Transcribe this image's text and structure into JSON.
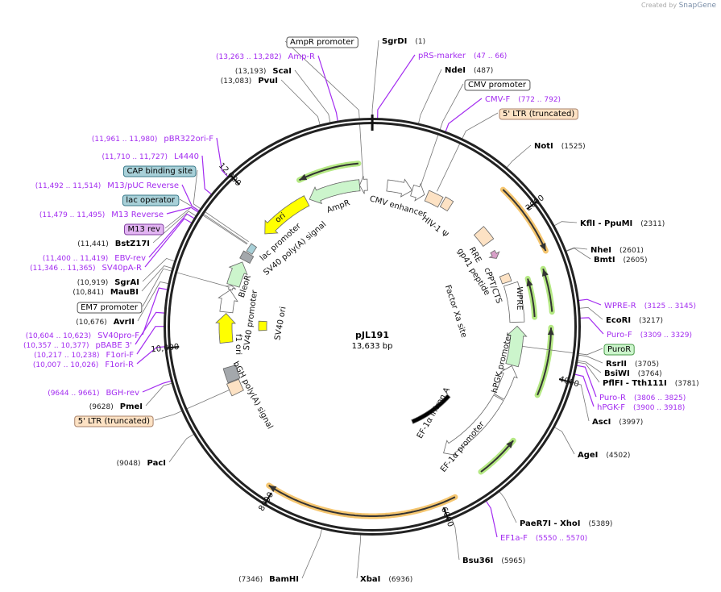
{
  "watermark": {
    "prefix": "Created by",
    "brand": "SnapGene"
  },
  "map": {
    "name": "pJL191",
    "length_label": "13,633 bp",
    "total_bp": 13633
  },
  "colors": {
    "backbone": "#222222",
    "primer": "#a32cf0",
    "site": "#000000",
    "orf_green": "#9be05a",
    "orf_orange": "#f2b340"
  },
  "ticks": [
    {
      "pos": 2000,
      "label": "2000"
    },
    {
      "pos": 4000,
      "label": "4000"
    },
    {
      "pos": 6000,
      "label": "6000"
    },
    {
      "pos": 8000,
      "label": "8000"
    },
    {
      "pos": 10000,
      "label": "10,000"
    },
    {
      "pos": 12000,
      "label": "12,000"
    }
  ],
  "labels": [
    {
      "type": "feature",
      "name": "AmpR promoter",
      "pos": 13500,
      "fill": "#ffffff",
      "stroke": "#555555"
    },
    {
      "type": "primer",
      "name": "Amp-R",
      "loc": "(13,263 .. 13,282)",
      "pos": 13272
    },
    {
      "type": "site",
      "name": "ScaI",
      "loc": "(13,193)",
      "pos": 13193
    },
    {
      "type": "site",
      "name": "PvuI",
      "loc": "(13,083)",
      "pos": 13083
    },
    {
      "type": "site",
      "name": "SgrDI",
      "loc": "(1)",
      "pos": 1
    },
    {
      "type": "primer",
      "name": "pRS-marker",
      "loc": "(47 .. 66)",
      "pos": 56
    },
    {
      "type": "site",
      "name": "NdeI",
      "loc": "(487)",
      "pos": 487
    },
    {
      "type": "feature",
      "name": "CMV promoter",
      "pos": 720,
      "fill": "#ffffff",
      "stroke": "#555555"
    },
    {
      "type": "primer",
      "name": "CMV-F",
      "loc": "(772 .. 792)",
      "pos": 782
    },
    {
      "type": "feature",
      "name": "5' LTR (truncated)",
      "pos": 970,
      "fill": "#fde2c4",
      "stroke": "#a8826a"
    },
    {
      "type": "site",
      "name": "NotI",
      "loc": "(1525)",
      "pos": 1525
    },
    {
      "type": "site",
      "name": "KflI  - PpuMI",
      "loc": "(2311)",
      "pos": 2311
    },
    {
      "type": "site",
      "name": "NheI",
      "loc": "(2601)",
      "pos": 2601
    },
    {
      "type": "site",
      "name": "BmtI",
      "loc": "(2605)",
      "pos": 2605
    },
    {
      "type": "primer",
      "name": "WPRE-R",
      "loc": "(3125 .. 3145)",
      "pos": 3135
    },
    {
      "type": "site",
      "name": "EcoRI",
      "loc": "(3217)",
      "pos": 3217
    },
    {
      "type": "primer",
      "name": "Puro-F",
      "loc": "(3309 .. 3329)",
      "pos": 3319
    },
    {
      "type": "feature",
      "name": "PuroR",
      "pos": 3690,
      "fill": "#ccf5cc",
      "stroke": "#4a9a4a"
    },
    {
      "type": "site",
      "name": "RsrII",
      "loc": "(3705)",
      "pos": 3705
    },
    {
      "type": "site",
      "name": "BsiWI",
      "loc": "(3764)",
      "pos": 3764
    },
    {
      "type": "site",
      "name": "PflFI  - Tth111I",
      "loc": "(3781)",
      "pos": 3781
    },
    {
      "type": "primer",
      "name": "Puro-R",
      "loc": "(3806 .. 3825)",
      "pos": 3815
    },
    {
      "type": "primer",
      "name": "hPGK-F",
      "loc": "(3900 .. 3918)",
      "pos": 3909
    },
    {
      "type": "site",
      "name": "AscI",
      "loc": "(3997)",
      "pos": 3997
    },
    {
      "type": "site",
      "name": "AgeI",
      "loc": "(4502)",
      "pos": 4502
    },
    {
      "type": "site",
      "name": "PaeR7I  - XhoI",
      "loc": "(5389)",
      "pos": 5389
    },
    {
      "type": "primer",
      "name": "EF1a-F",
      "loc": "(5550 .. 5570)",
      "pos": 5560
    },
    {
      "type": "site",
      "name": "Bsu36I",
      "loc": "(5965)",
      "pos": 5965
    },
    {
      "type": "site",
      "name": "XbaI",
      "loc": "(6936)",
      "pos": 6936
    },
    {
      "type": "site",
      "name": "BamHI",
      "loc": "(7346)",
      "pos": 7346
    },
    {
      "type": "site",
      "name": "PacI",
      "loc": "(9048)",
      "pos": 9048
    },
    {
      "type": "feature",
      "name": "5' LTR (truncated)",
      "pos": 9320,
      "fill": "#fde2c4",
      "stroke": "#a8826a"
    },
    {
      "type": "site",
      "name": "PmeI",
      "loc": "(9628)",
      "pos": 9628
    },
    {
      "type": "primer",
      "name": "BGH-rev",
      "loc": "(9644 .. 9661)",
      "pos": 9652
    },
    {
      "type": "primer",
      "name": "F1ori-R",
      "loc": "(10,007 .. 10,026)",
      "pos": 10016
    },
    {
      "type": "primer",
      "name": "F1ori-F",
      "loc": "(10,217 .. 10,238)",
      "pos": 10227
    },
    {
      "type": "primer",
      "name": "pBABE 3'",
      "loc": "(10,357 .. 10,377)",
      "pos": 10367
    },
    {
      "type": "primer",
      "name": "SV40pro-F",
      "loc": "(10,604 .. 10,623)",
      "pos": 10613
    },
    {
      "type": "site",
      "name": "AvrII",
      "loc": "(10,676)",
      "pos": 10676
    },
    {
      "type": "feature",
      "name": "EM7 promoter",
      "pos": 10810,
      "fill": "#ffffff",
      "stroke": "#555555"
    },
    {
      "type": "site",
      "name": "MauBI",
      "loc": "(10,841)",
      "pos": 10841
    },
    {
      "type": "site",
      "name": "SgrAI",
      "loc": "(10,919)",
      "pos": 10919
    },
    {
      "type": "primer",
      "name": "SV40pA-R",
      "loc": "(11,346 .. 11,365)",
      "pos": 11355
    },
    {
      "type": "primer",
      "name": "EBV-rev",
      "loc": "(11,400 .. 11,419)",
      "pos": 11409
    },
    {
      "type": "site",
      "name": "BstZ17I",
      "loc": "(11,441)",
      "pos": 11441
    },
    {
      "type": "feature",
      "name": "M13 rev",
      "pos": 11487,
      "fill": "#e2b4f2",
      "stroke": "#8040a0"
    },
    {
      "type": "primer",
      "name": "M13 Reverse",
      "loc": "(11,479 .. 11,495)",
      "pos": 11487
    },
    {
      "type": "feature",
      "name": "lac operator",
      "pos": 11500,
      "fill": "#a8d0d8",
      "stroke": "#3a7a8a"
    },
    {
      "type": "primer",
      "name": "M13/pUC Reverse",
      "loc": "(11,492 .. 11,514)",
      "pos": 11503
    },
    {
      "type": "feature",
      "name": "CAP binding site",
      "pos": 11530,
      "fill": "#a8d0d8",
      "stroke": "#3a7a8a"
    },
    {
      "type": "primer",
      "name": "L4440",
      "loc": "(11,710 .. 11,727)",
      "pos": 11718
    },
    {
      "type": "primer",
      "name": "pBR322ori-F",
      "loc": "(11,961 .. 11,980)",
      "pos": 11970
    }
  ],
  "inner_labels": [
    {
      "name": "AmpR"
    },
    {
      "name": "CMV enhancer"
    },
    {
      "name": "HIV-1 Ψ"
    },
    {
      "name": "RRE"
    },
    {
      "name": "gp41 peptide"
    },
    {
      "name": "cPPT/CTS"
    },
    {
      "name": "Factor Xa site"
    },
    {
      "name": "WPRE"
    },
    {
      "name": "hPGK promoter"
    },
    {
      "name": "EF-1α intron A"
    },
    {
      "name": "EF-1α promoter"
    },
    {
      "name": "bGH poly(A) signal"
    },
    {
      "name": "f1 ori"
    },
    {
      "name": "SV40 promoter"
    },
    {
      "name": "BleoR"
    },
    {
      "name": "SV40 poly(A) signal"
    },
    {
      "name": "lac promoter"
    },
    {
      "name": "ori"
    },
    {
      "name": "SV40 ori"
    }
  ],
  "features": [
    {
      "start": 12640,
      "end": 13440,
      "dir": -1,
      "color": "#ccf5cc"
    },
    {
      "start": 13440,
      "end": 13560,
      "dir": -1,
      "color": "#ffffff"
    },
    {
      "start": 230,
      "end": 620,
      "dir": 1,
      "color": "#ffffff"
    },
    {
      "start": 620,
      "end": 820,
      "dir": 1,
      "color": "#ffffff"
    },
    {
      "start": 860,
      "end": 1090,
      "dir": 0,
      "color": "#fde2c4"
    },
    {
      "start": 1120,
      "end": 1250,
      "dir": 0,
      "color": "#fde2c4"
    },
    {
      "start": 1820,
      "end": 2050,
      "dir": 0,
      "color": "#fde2c4"
    },
    {
      "start": 2200,
      "end": 2320,
      "dir": 1,
      "color": "#d8a0c8"
    },
    {
      "start": 2600,
      "end": 2720,
      "dir": 0,
      "color": "#fde2c4"
    },
    {
      "start": 2760,
      "end": 3340,
      "dir": 0,
      "color": "#ffffff"
    },
    {
      "start": 3400,
      "end": 3990,
      "dir": -1,
      "color": "#ccf5cc"
    },
    {
      "start": 4000,
      "end": 4500,
      "dir": -1,
      "color": "#ffffff"
    },
    {
      "start": 4520,
      "end": 5700,
      "dir": 1,
      "color": "#ffffff"
    },
    {
      "start": 5000,
      "end": 5950,
      "dir": 0,
      "color": "#000000"
    },
    {
      "start": 9420,
      "end": 9630,
      "dir": 0,
      "color": "#a4a8ac"
    },
    {
      "start": 9230,
      "end": 9410,
      "dir": 0,
      "color": "#fde2c4"
    },
    {
      "start": 9990,
      "end": 10420,
      "dir": 1,
      "color": "#ffff00"
    },
    {
      "start": 10440,
      "end": 10770,
      "dir": 1,
      "color": "#ffffff"
    },
    {
      "start": 10780,
      "end": 10840,
      "dir": 1,
      "color": "#ffffff"
    },
    {
      "start": 10850,
      "end": 11225,
      "dir": 1,
      "color": "#ccf5cc"
    },
    {
      "start": 11260,
      "end": 11380,
      "dir": 0,
      "color": "#a4a8ac"
    },
    {
      "start": 11400,
      "end": 11530,
      "dir": 0,
      "color": "#a8d0d8"
    },
    {
      "start": 11770,
      "end": 12590,
      "dir": -1,
      "color": "#ffff00"
    },
    {
      "start": 10150,
      "end": 10330,
      "dir": 0,
      "color": "#ffff00"
    }
  ],
  "orfs": [
    {
      "start": 12630,
      "end": 13450,
      "dir": -1,
      "color": "#9be05a"
    },
    {
      "start": 1655,
      "end": 2515,
      "dir": 1,
      "color": "#f2b340"
    },
    {
      "start": 2760,
      "end": 3280,
      "dir": -1,
      "color": "#9be05a"
    },
    {
      "start": 2700,
      "end": 3230,
      "dir": -1,
      "color": "#9be05a"
    },
    {
      "start": 3420,
      "end": 4260,
      "dir": -1,
      "color": "#9be05a"
    },
    {
      "start": 4880,
      "end": 5420,
      "dir": -1,
      "color": "#9be05a"
    },
    {
      "start": 5833,
      "end": 8070,
      "dir": 1,
      "color": "#f2b340"
    }
  ]
}
